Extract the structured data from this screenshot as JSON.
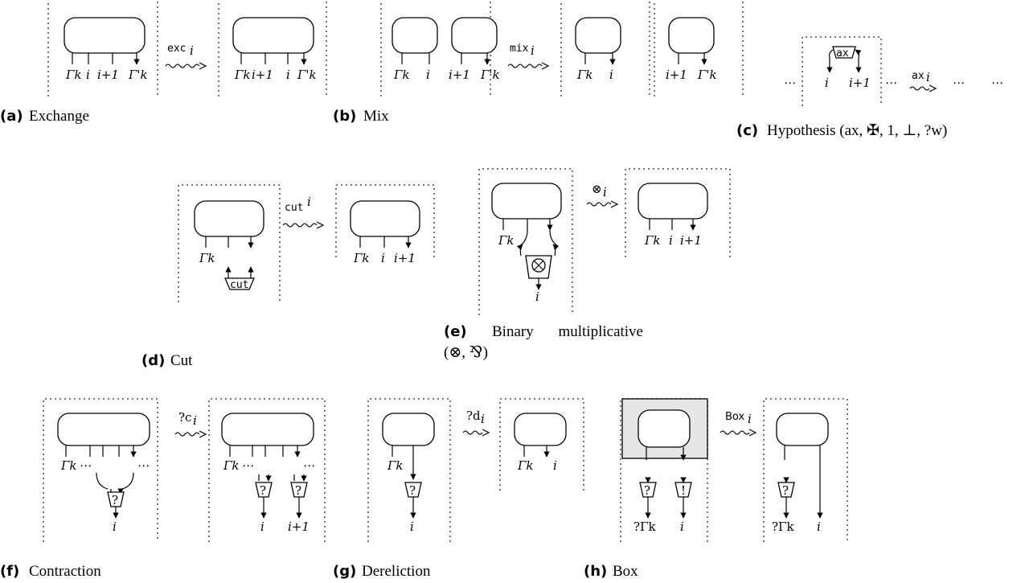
{
  "captions": {
    "a": {
      "tag": "(a)",
      "text": "Exchange"
    },
    "b": {
      "tag": "(b)",
      "text": "Mix"
    },
    "c": {
      "tag": "(c)",
      "text": "Hypothesis (ax, ✠, 1, ⊥, ?w)"
    },
    "d": {
      "tag": "(d)",
      "text": "Cut"
    },
    "e": {
      "tag": "(e)",
      "text": "Binary multiplicative",
      "text2": "(⊗, ⅋)"
    },
    "f": {
      "tag": "(f)",
      "text": "Contraction"
    },
    "g": {
      "tag": "(g)",
      "text": "Dereliction"
    },
    "h": {
      "tag": "(h)",
      "text": "Box"
    }
  },
  "arrows": {
    "exc": "exc",
    "exc_sub": "i",
    "mix": "mix",
    "mix_sub": "i",
    "ax": "ax",
    "ax_sub": "i",
    "cut": "cut",
    "cut_sup": "i",
    "tens": "⊗",
    "tens_sub": "i",
    "contr": "?c",
    "contr_sub": "i",
    "der": "?d",
    "der_sub": "i",
    "box": "Box",
    "box_sub": "i"
  },
  "nodes": {
    "ax": "ax",
    "cut": "cut",
    "tensor": "⊗",
    "why": "?",
    "bang": "!"
  },
  "wires": {
    "gamma": "Γk",
    "gamma_prime": "Γ'k",
    "i": "i",
    "i1": "i+1",
    "dots": "⋯",
    "q_gamma": "?Γk"
  }
}
